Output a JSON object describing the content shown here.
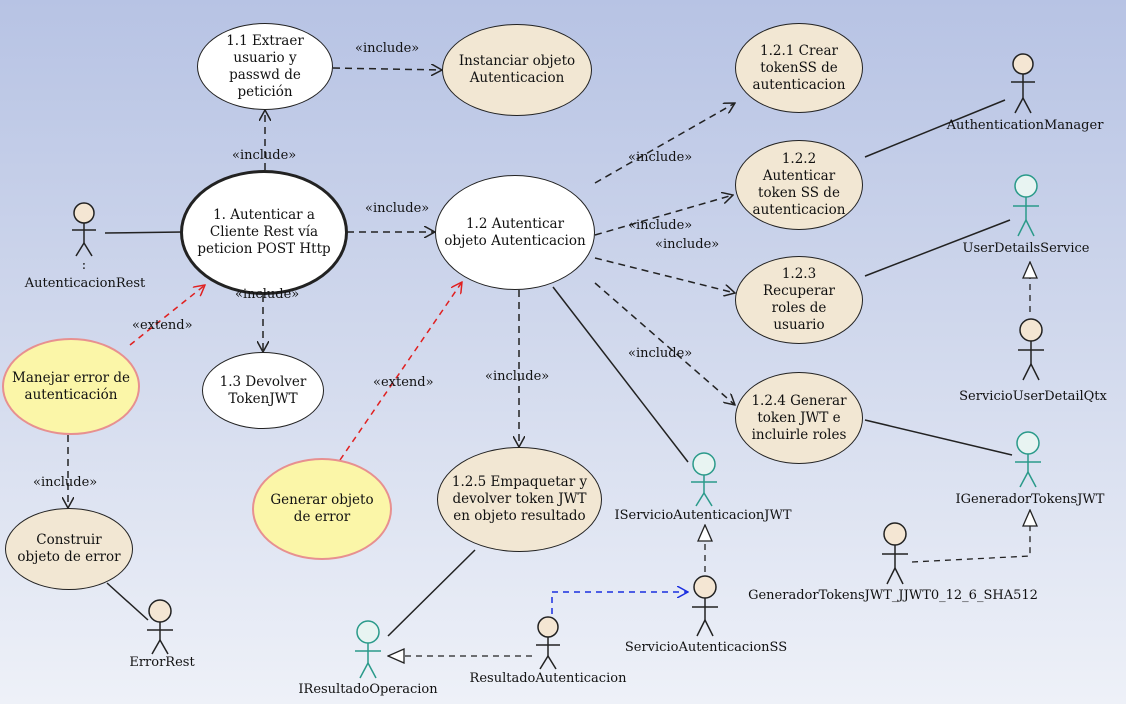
{
  "usecases": {
    "uc11": "1.1 Extraer usuario y passwd de petición",
    "inst": "Instanciar objeto Autenticacion",
    "uc121": "1.2.1 Crear tokenSS de autenticacion",
    "uc122": "1.2.2 Autenticar token SS de autenticacion",
    "uc1": "1. Autenticar a Cliente Rest vía peticion POST Http",
    "uc12": "1.2 Autenticar objeto Autenticacion",
    "uc123": "1.2.3 Recuperar roles de usuario",
    "uc13": "1.3 Devolver TokenJWT",
    "manejar": "Manejar error de autenticación",
    "uc124": "1.2.4 Generar token JWT e incluirle roles",
    "generar": "Generar objeto de error",
    "uc125": "1.2.5 Empaquetar y devolver  token JWT en objeto resultado",
    "construir": "Construir objeto de error"
  },
  "actors": {
    "autRest": "AutenticacionRest",
    "autRestColon": ":",
    "authManager": "AuthenticationManager",
    "userDetails": "UserDetailsService",
    "servUserDetail": "ServicioUserDetailQtx",
    "iGenerador": "IGeneradorTokensJWT",
    "generadorImpl": "GeneradorTokensJWT_JJWT0_12_6_SHA512",
    "iServicio": "IServicioAutenticacionJWT",
    "servicioSS": "ServicioAutenticacionSS",
    "errorRest": "ErrorRest",
    "iResultado": "IResultadoOperacion",
    "resultadoAut": "ResultadoAutenticacion"
  },
  "relations": {
    "include": "«include»",
    "extend": "«extend»"
  },
  "colors": {
    "actor_plain": "#f4e6d3",
    "actor_interface": "#e8f4f2",
    "interface_stroke": "#2a9a8a",
    "extend_red": "#e02020",
    "dependency_blue": "#1a2ee0"
  }
}
